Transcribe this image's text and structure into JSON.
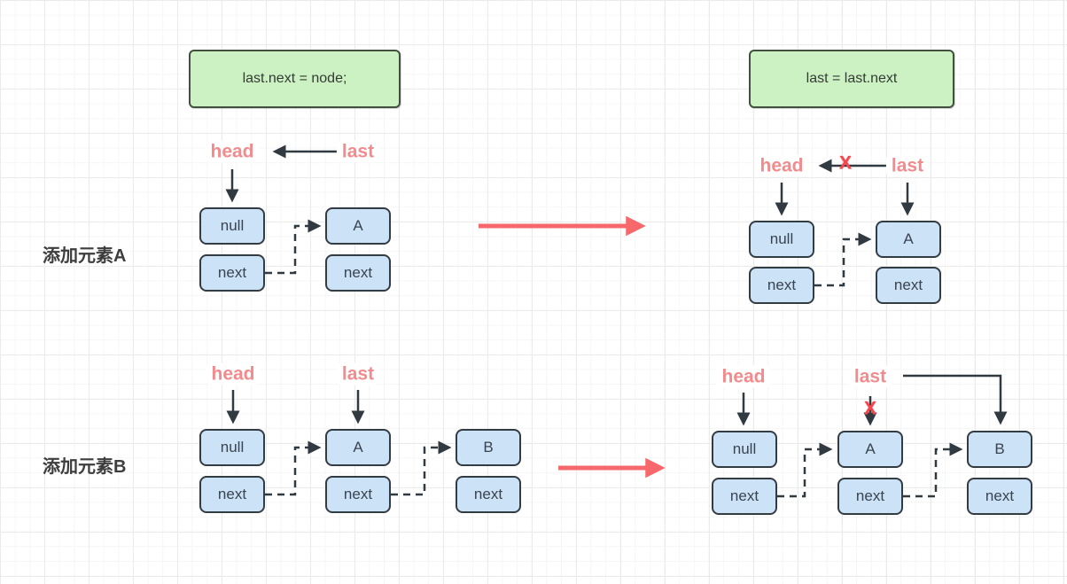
{
  "canvas": {
    "description": "linked-list tail insertion diagram on grid paper"
  },
  "colors": {
    "accent_red": "#f6686c",
    "pointer_label_pink": "#f28b8d",
    "node_fill": "#cce2f7",
    "node_border": "#333b43",
    "code_box_fill": "#ccf2c3",
    "code_box_border": "#41503f",
    "arrow_dark": "#303a40",
    "grid_line": "#ebebeb"
  },
  "code_boxes": {
    "add_a": "last.next = node;",
    "add_b": "last = last.next"
  },
  "sections": [
    {
      "label": "添加元素A",
      "before": {
        "head": "head",
        "last": "last",
        "nodes": [
          {
            "value": "null",
            "pointer": "next"
          },
          {
            "value": "A",
            "pointer": "next"
          }
        ]
      },
      "after": {
        "head": "head",
        "last": "last",
        "x_marker": "X",
        "nodes": [
          {
            "value": "null",
            "pointer": "next"
          },
          {
            "value": "A",
            "pointer": "next"
          }
        ]
      }
    },
    {
      "label": "添加元素B",
      "before": {
        "head": "head",
        "last": "last",
        "nodes": [
          {
            "value": "null",
            "pointer": "next"
          },
          {
            "value": "A",
            "pointer": "next"
          },
          {
            "value": "B",
            "pointer": "next"
          }
        ]
      },
      "after": {
        "head": "head",
        "last": "last",
        "x_marker": "X",
        "nodes": [
          {
            "value": "null",
            "pointer": "next"
          },
          {
            "value": "A",
            "pointer": "next"
          },
          {
            "value": "B",
            "pointer": "next"
          }
        ]
      }
    }
  ]
}
